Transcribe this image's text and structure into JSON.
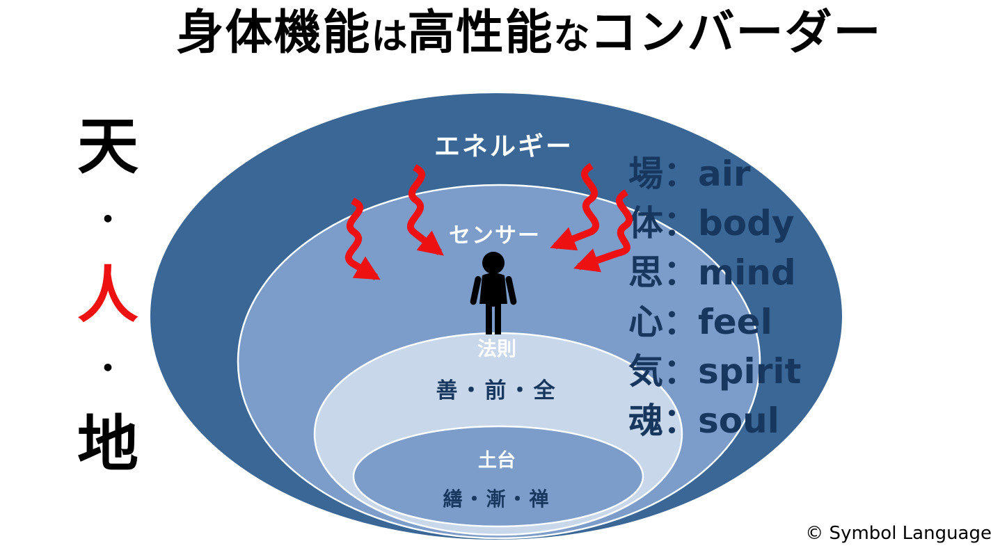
{
  "title": {
    "part1": "身体機能",
    "part2": "は",
    "part3": "高性能",
    "part4": "な",
    "part5": "コンバーダー",
    "full": "身体機能は高性能なコンバーダー"
  },
  "left_column": {
    "chars": [
      {
        "text": "天"
      },
      {
        "text": "・"
      },
      {
        "text": "人"
      },
      {
        "text": "・"
      },
      {
        "text": "地"
      }
    ],
    "highlight_char": "人",
    "highlight_color": "#EE1111"
  },
  "diagram": {
    "layers": [
      {
        "name": "energy",
        "label": "エネルギー",
        "fill": "#3A6795",
        "label_color": "#FFFFFF"
      },
      {
        "name": "sensor",
        "label": "センサー",
        "fill": "#7C9CC9",
        "label_color": "#FFFFFF"
      },
      {
        "name": "law",
        "label": "法則",
        "sublabel": "善・前・全",
        "fill": "#C9D7EB",
        "label_color": "#FFFFFF",
        "sublabel_color": "#17375E"
      },
      {
        "name": "foundation",
        "label": "土台",
        "sublabel": "繕・漸・禅",
        "fill": "#7C9CC9",
        "label_color": "#FFFFFF",
        "sublabel_color": "#17375E"
      }
    ],
    "icons": {
      "person": "person-pictogram",
      "arrows": [
        "wavy-arrow-down-right-icon",
        "wavy-arrow-down-right-icon",
        "wavy-arrow-down-left-icon",
        "wavy-arrow-down-left-icon"
      ],
      "arrow_color": "#EE1111"
    }
  },
  "legend": {
    "separator": "：",
    "items": [
      {
        "kanji": "場",
        "en": "air"
      },
      {
        "kanji": "体",
        "en": "body"
      },
      {
        "kanji": "思",
        "en": "mind"
      },
      {
        "kanji": "心",
        "en": "feel"
      },
      {
        "kanji": "気",
        "en": "spirit"
      },
      {
        "kanji": "魂",
        "en": "soul"
      }
    ]
  },
  "copyright": "© Symbol Language",
  "colors": {
    "canvas-bg": "#FFFFFF",
    "outer-ellipse": "#3A6795",
    "mid-ellipse": "#7C9CC9",
    "light-ellipse": "#C9D7EB",
    "ellipse-stroke": "#FFFFFF",
    "navy-text": "#17375E",
    "red": "#EE1111",
    "white-label": "#FFFFFF",
    "black-text": "#000000"
  }
}
